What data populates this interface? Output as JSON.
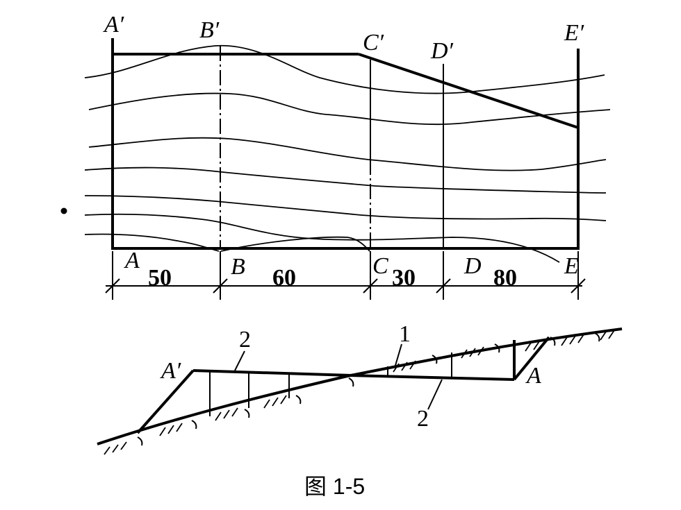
{
  "plan": {
    "section_labels_top": [
      "A′",
      "B′",
      "C′",
      "D′",
      "E′"
    ],
    "section_labels_bottom": [
      "A",
      "B",
      "C",
      "D",
      "E"
    ],
    "dimensions": [
      "50",
      "60",
      "30",
      "80"
    ]
  },
  "profile": {
    "label_left": "A′",
    "label_right": "A",
    "callout_1": "1",
    "callout_2_top": "2",
    "callout_2_bottom": "2"
  },
  "caption": "图 1-5"
}
